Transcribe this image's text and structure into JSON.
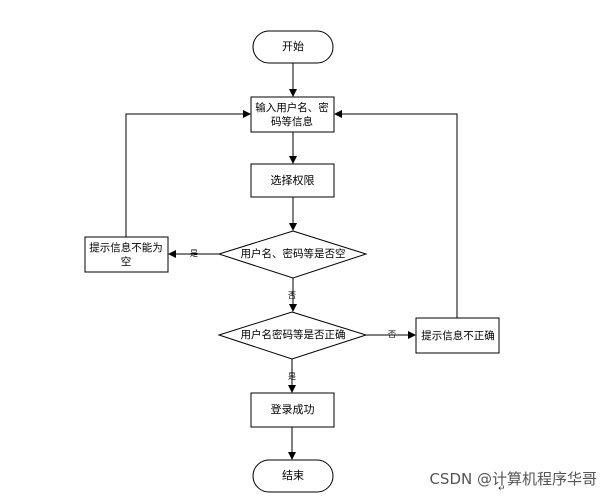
{
  "nodes": {
    "start": "开始",
    "input": "输入用户名、密码等信息",
    "select_permission": "选择权限",
    "check_empty": "用户名、密码等是否空",
    "prompt_empty": "提示信息不能为空",
    "check_correct": "用户名密码等是否正确",
    "prompt_incorrect": "提示信息不正确",
    "login_success": "登录成功",
    "end": "结束"
  },
  "edges": {
    "empty_yes": "是",
    "empty_no": "否",
    "correct_no": "否",
    "correct_yes": "是"
  },
  "watermark": "CSDN @计算机程序华哥",
  "colors": {
    "stroke": "#000000",
    "background": "#ffffff"
  }
}
